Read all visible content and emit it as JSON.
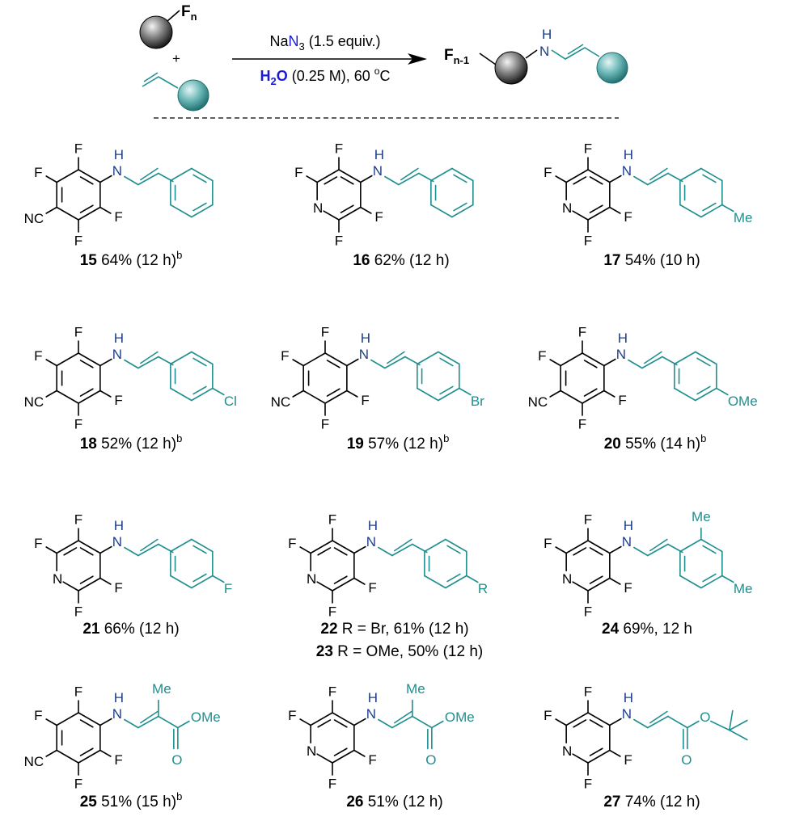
{
  "scheme": {
    "fn_label": "F",
    "fn_sub": "n",
    "plus": "+",
    "reagent_line1_a": "Na",
    "reagent_line1_b": "N",
    "reagent_line1_sub": "3",
    "reagent_line1_c": " (1.5 equiv.)",
    "reagent_line2_a": "H",
    "reagent_line2_sub": "2",
    "reagent_line2_b": "O",
    "reagent_line2_c": " (0.25 M), 60 ",
    "reagent_line2_sup": "o",
    "reagent_line2_d": "C",
    "product_fn_label": "F",
    "product_fn_sub": "n-1",
    "nh": "H"
  },
  "atoms": {
    "F": "F",
    "N": "N",
    "H": "H",
    "NC": "NC",
    "Me": "Me",
    "Cl": "Cl",
    "Br": "Br",
    "OMe": "OMe",
    "R": "R",
    "O": "O"
  },
  "compounds": [
    {
      "id": "15",
      "yield": "64% (12 h)",
      "note": "b"
    },
    {
      "id": "16",
      "yield": "62% (12 h)",
      "note": ""
    },
    {
      "id": "17",
      "yield": "54% (10 h)",
      "note": ""
    },
    {
      "id": "18",
      "yield": "52% (12 h)",
      "note": "b"
    },
    {
      "id": "19",
      "yield": "57% (12 h)",
      "note": "b"
    },
    {
      "id": "20",
      "yield": "55% (14 h)",
      "note": "b"
    },
    {
      "id": "21",
      "yield": "66% (12 h)",
      "note": ""
    },
    {
      "id": "22",
      "yield": "R = Br, 61% (12 h)",
      "note": ""
    },
    {
      "id": "23",
      "yield": "R = OMe, 50% (12 h)",
      "note": ""
    },
    {
      "id": "24",
      "yield": "69%, 12 h",
      "note": ""
    },
    {
      "id": "25",
      "yield": "51% (15 h)",
      "note": "b"
    },
    {
      "id": "26",
      "yield": "51% (12 h)",
      "note": ""
    },
    {
      "id": "27",
      "yield": "74% (12 h)",
      "note": ""
    }
  ],
  "colors": {
    "arene": "#000000",
    "alkene": "#1f8f8f",
    "amine": "#1c3f8a",
    "water": "#1a1ad6"
  }
}
